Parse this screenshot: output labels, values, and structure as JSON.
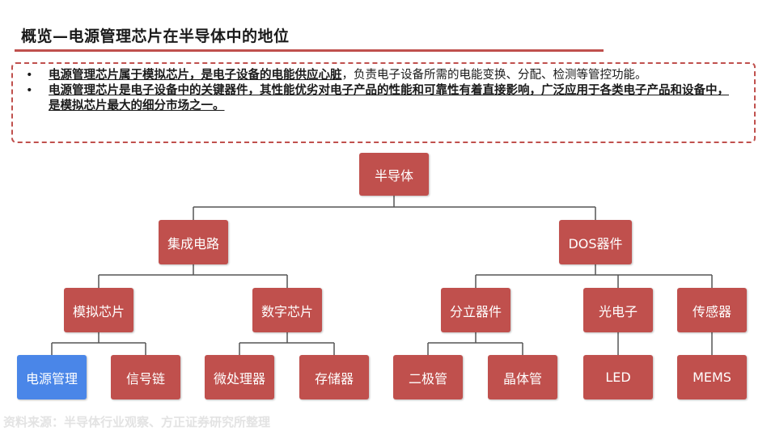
{
  "title": "概览—电源管理芯片在半导体中的地位",
  "bullets": [
    {
      "bold": "电源管理芯片属于模拟芯片，是电子设备的电能供应心脏",
      "rest": "，负责电子设备所需的电能变换、分配、检测等管控功能。"
    },
    {
      "bold": "电源管理芯片是电子设备中的关键器件，其性能优劣对电子产品的性能和可靠性有着直接影响，广泛应用于各类电子产品和设备中，是模拟芯片最大的细分市场之一。",
      "rest": ""
    }
  ],
  "tree": {
    "root": "半导体",
    "l1": [
      "集成电路",
      "DOS器件"
    ],
    "l2": [
      "模拟芯片",
      "数字芯片",
      "分立器件",
      "光电子",
      "传感器"
    ],
    "l3": [
      "电源管理",
      "信号链",
      "微处理器",
      "存储器",
      "二极管",
      "晶体管",
      "LED",
      "MEMS"
    ],
    "highlighted": "电源管理"
  },
  "colors": {
    "node": "#c0504d",
    "highlight": "#4a86e8",
    "accent": "#c0504d"
  },
  "source": "资料来源：半导体行业观察、方正证券研究所整理"
}
